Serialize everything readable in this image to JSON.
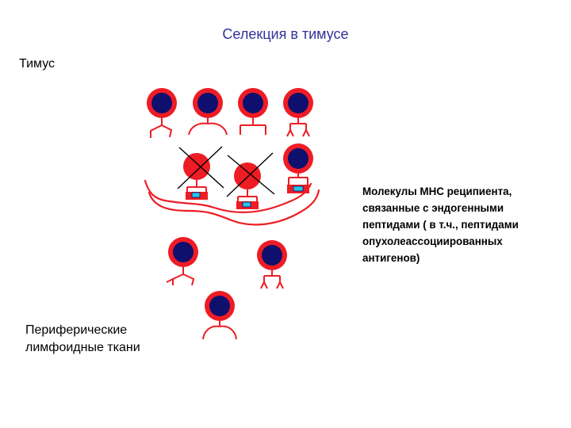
{
  "title": "Селекция в тимусе",
  "labels": {
    "thymus": "Тимус",
    "peripheral_line1": "Периферические",
    "peripheral_line2": "лимфоидные ткани",
    "mhc_line1": "Молекулы МНС реципиента,",
    "mhc_line2": "связанные с эндогенными",
    "mhc_line3": "пептидами ( в т.ч., пептидами",
    "mhc_line4": "опухолеассоциированных",
    "mhc_line5": "антигенов)"
  },
  "colors": {
    "cell_red": "#ee1c24",
    "cell_nucleus": "#0f0f6e",
    "peptide": "#22c8e6",
    "cross": "#000000",
    "title": "#33339a"
  }
}
